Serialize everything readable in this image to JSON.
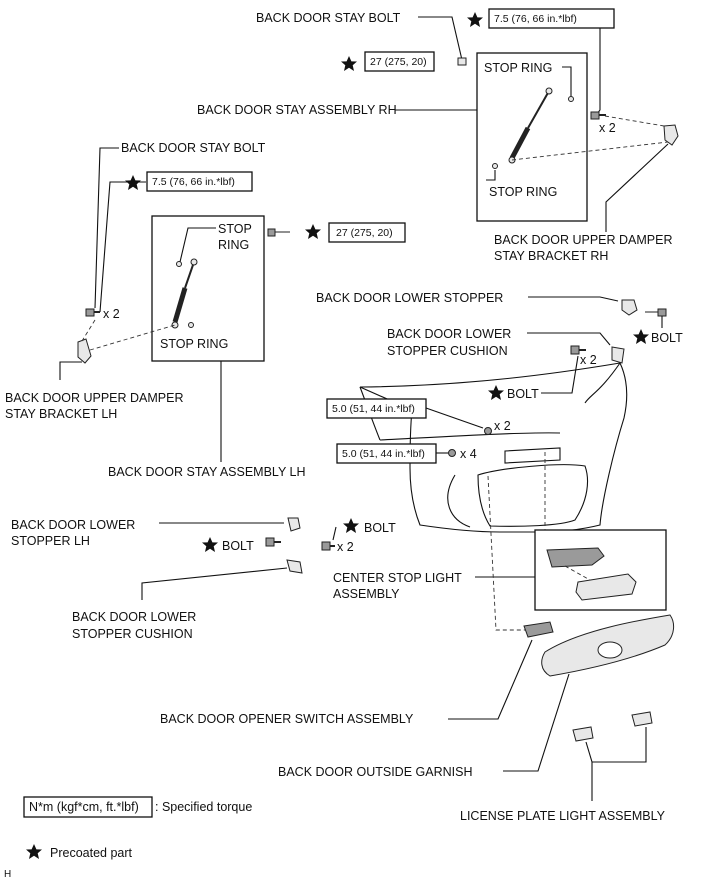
{
  "labels": {
    "stay_bolt_rh": "BACK DOOR STAY BOLT",
    "stay_assembly_rh": "BACK DOOR STAY ASSEMBLY RH",
    "stop_ring_rh_top": "STOP RING",
    "stop_ring_rh_bottom": "STOP RING",
    "upper_bracket_rh_1": "BACK DOOR UPPER DAMPER",
    "upper_bracket_rh_2": "STAY BRACKET RH",
    "stay_bolt_lh": "BACK DOOR STAY BOLT",
    "stop_ring_lh_top_1": "STOP",
    "stop_ring_lh_top_2": "RING",
    "stop_ring_lh_bottom": "STOP RING",
    "upper_bracket_lh_1": "BACK DOOR UPPER DAMPER",
    "upper_bracket_lh_2": "STAY BRACKET LH",
    "stay_assembly_lh": "BACK DOOR STAY ASSEMBLY LH",
    "lower_stopper": "BACK DOOR LOWER STOPPER",
    "bolt_right": "BOLT",
    "lower_stopper_cushion_1": "BACK DOOR LOWER",
    "lower_stopper_cushion_2": "STOPPER CUSHION",
    "bolt_mid": "BOLT",
    "lower_stopper_lh_1": "BACK DOOR LOWER",
    "lower_stopper_lh_2": "STOPPER LH",
    "bolt_lh_left": "BOLT",
    "bolt_lh_right": "BOLT",
    "lower_stopper_cushion_lh_1": "BACK DOOR LOWER",
    "lower_stopper_cushion_lh_2": "STOPPER CUSHION",
    "center_stop_light_1": "CENTER STOP LIGHT",
    "center_stop_light_2": "ASSEMBLY",
    "opener_switch": "BACK DOOR OPENER SWITCH ASSEMBLY",
    "outside_garnish": "BACK DOOR OUTSIDE GARNISH",
    "license_light": "LICENSE PLATE LIGHT ASSEMBLY"
  },
  "torques": {
    "t_rh_bracket": "7.5 (76, 66 in.*lbf)",
    "t_rh_bolt": "27 (275, 20)",
    "t_lh_bracket": "7.5 (76, 66 in.*lbf)",
    "t_lh_bolt": "27 (275, 20)",
    "t_stopper": "5.0 (51, 44 in.*lbf)",
    "t_light": "5.0 (51, 44 in.*lbf)"
  },
  "quantities": {
    "q_rh_bracket": "x 2",
    "q_lh_bracket": "x 2",
    "q_cushion": "x 2",
    "q_stopper": "x 2",
    "q_light": "x 4",
    "q_lh_bolt": "x 2"
  },
  "legend": {
    "torque_box": "N*m (kgf*cm, ft.*lbf)",
    "torque_text": ": Specified torque",
    "precoated_text": "Precoated part"
  },
  "figure_code": "H"
}
